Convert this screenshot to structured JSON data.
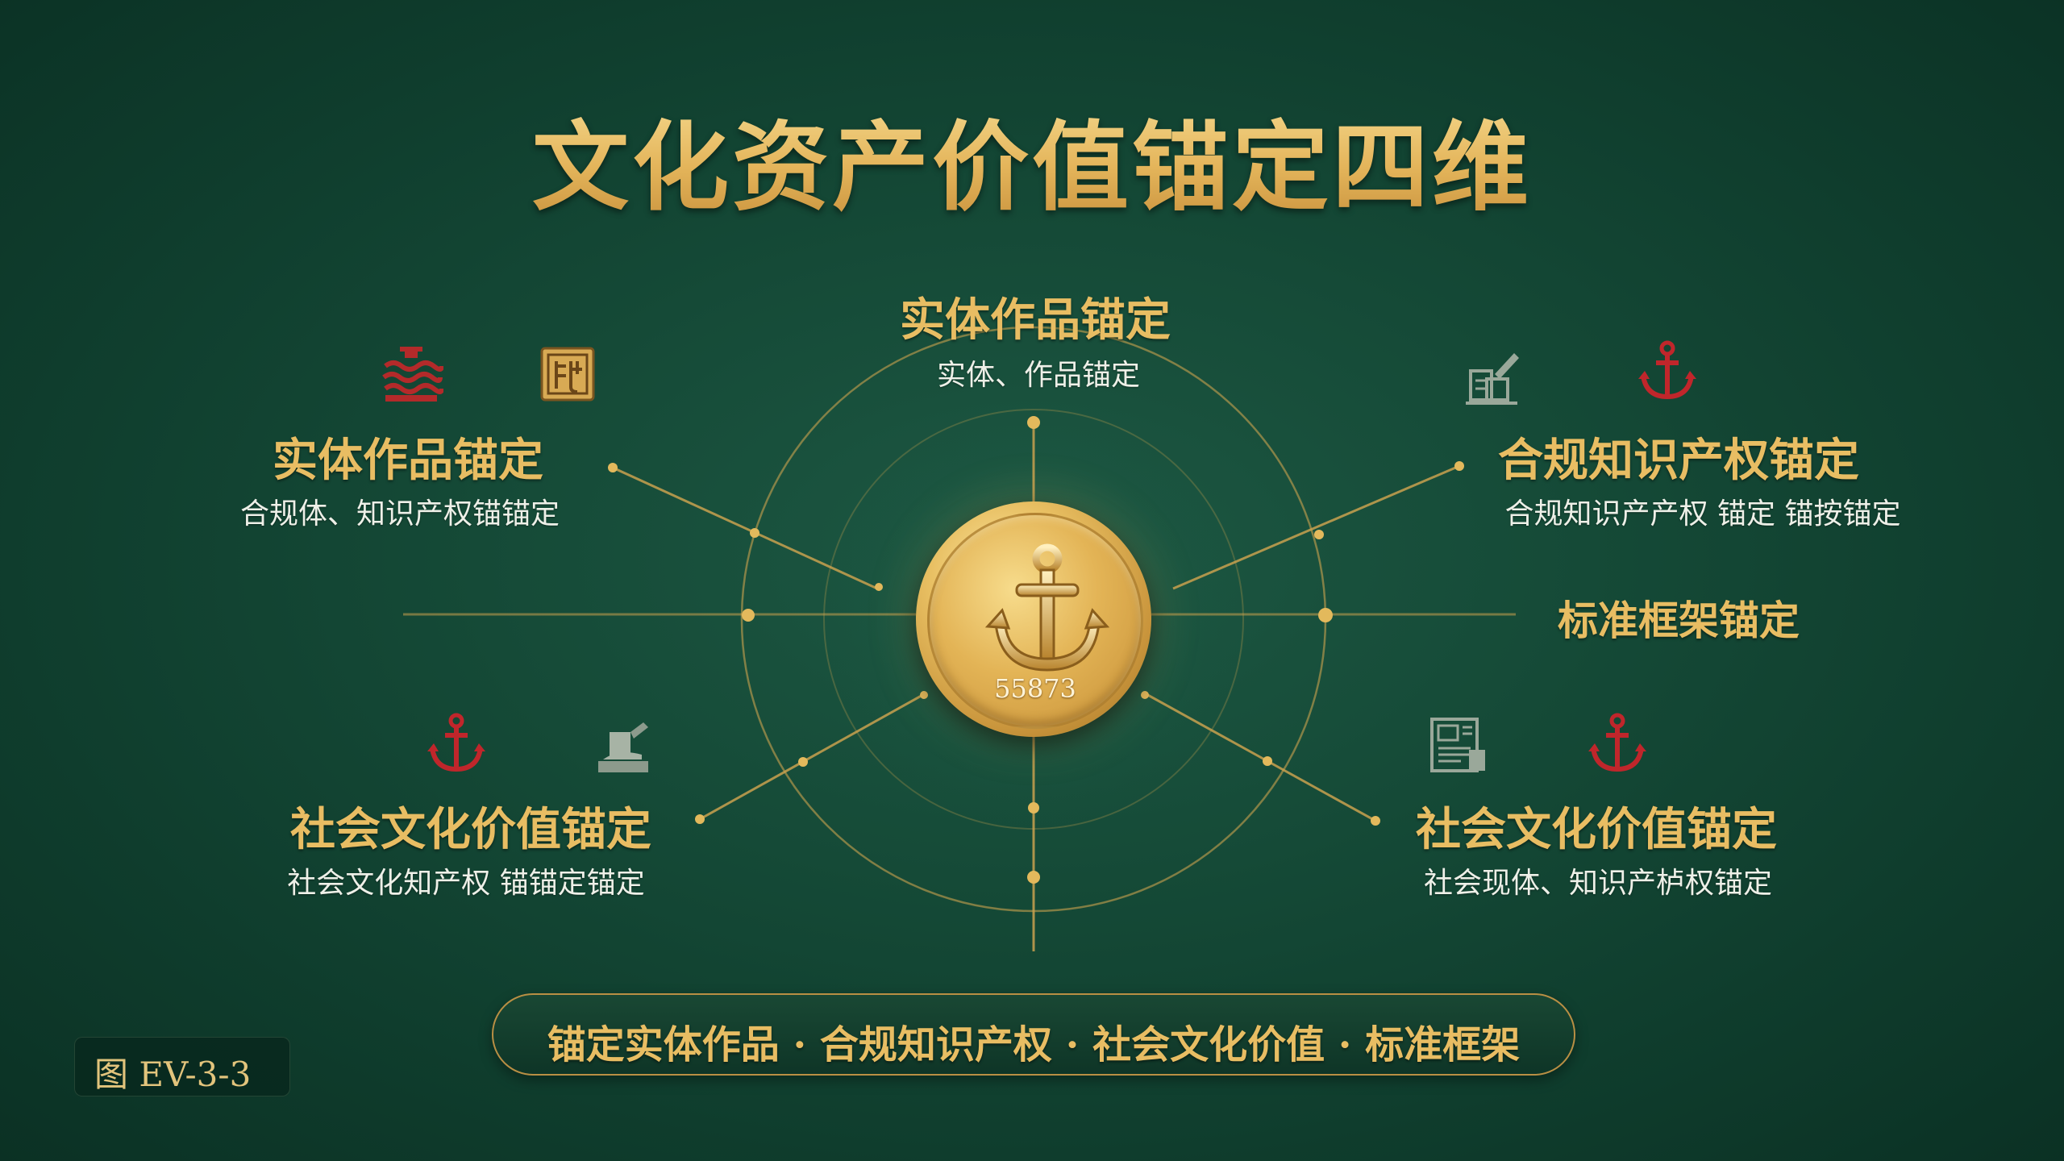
{
  "title": "文化资产价值锚定四维",
  "center_coin": {
    "number": "55873",
    "icon": "anchor-icon"
  },
  "nodes": {
    "top": {
      "title": "实体作品锚定",
      "subtitle": "实体、作品锚定"
    },
    "upper_left": {
      "title": "实体作品锚定",
      "subtitle": "合规体、知识产权锚锚定",
      "icons": [
        "red-waves-emblem-icon",
        "gold-seal-stamp-icon"
      ]
    },
    "upper_right": {
      "title": "合规知识产权锚定",
      "subtitle": "合规知识产产权 锚定 锚按锚定",
      "icons": [
        "documents-pen-icon",
        "red-anchor-icon"
      ]
    },
    "right": {
      "title": "标准框架锚定"
    },
    "lower_left": {
      "title": "社会文化价值锚定",
      "subtitle": "社会文化知产权 锚锚定锚定",
      "icons": [
        "red-anchor-icon",
        "boat-sculpture-icon"
      ]
    },
    "lower_right": {
      "title": "社会文化价值锚定",
      "subtitle": "社会现体、知识产栌权锚定",
      "icons": [
        "framed-document-icon",
        "red-anchor-icon"
      ]
    }
  },
  "footer": {
    "summary": "锚定实体作品 · 合规知识产权 · 社会文化价值 · 标准框架"
  },
  "figure_label": "图  EV-3-3",
  "colors": {
    "background": "#154a37",
    "gold": "#e8bd63",
    "red_accent": "#c0262b",
    "line": "#c9a14f"
  }
}
